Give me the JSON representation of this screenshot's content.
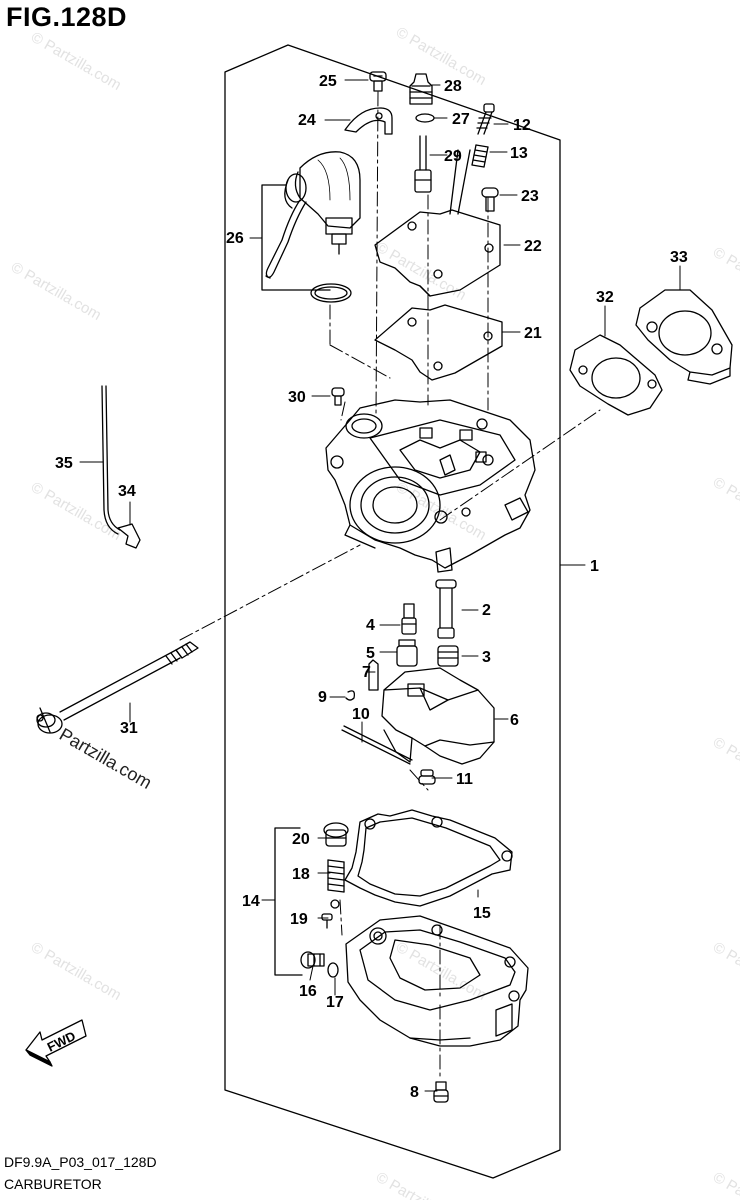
{
  "figure": {
    "title": "FIG.128D"
  },
  "footer": {
    "code": "DF9.9A_P03_017_128D",
    "name": "CARBURETOR"
  },
  "fwd_label": "FWD",
  "watermark": "© Partzilla.com",
  "watermark_large": "Partzilla.com",
  "callouts": {
    "c1": "1",
    "c2": "2",
    "c3": "3",
    "c4": "4",
    "c5": "5",
    "c6": "6",
    "c7": "7",
    "c8": "8",
    "c9": "9",
    "c10": "10",
    "c11": "11",
    "c12": "12",
    "c13": "13",
    "c14": "14",
    "c15": "15",
    "c16": "16",
    "c17": "17",
    "c18": "18",
    "c19": "19",
    "c20": "20",
    "c21": "21",
    "c22": "22",
    "c23": "23",
    "c24": "24",
    "c25": "25",
    "c26": "26",
    "c27": "27",
    "c28": "28",
    "c29": "29",
    "c30": "30",
    "c31": "31",
    "c32": "32",
    "c33": "33",
    "c34": "34",
    "c35": "35"
  },
  "colors": {
    "line": "#000000",
    "watermark": "#e2e2e2"
  }
}
